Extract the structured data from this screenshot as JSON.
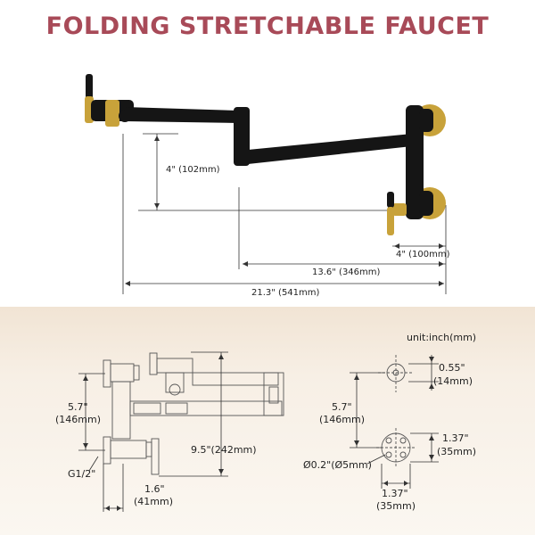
{
  "title": "FOLDING STRETCHABLE FAUCET",
  "colors": {
    "title": "#a84a58",
    "faucet_body": "#151515",
    "brass": "#c8a23a",
    "dimension_line": "#333333",
    "drawing_line": "#555555"
  },
  "top_dimensions": {
    "height_drop": "4\" (102mm)",
    "wall_offset": "4\" (100mm)",
    "second_arm": "13.6\" (346mm)",
    "total_reach": "21.3\" (541mm)"
  },
  "drawing": {
    "unit_label": "unit:inch(mm)",
    "left": {
      "mount_height_in": "5.7\"",
      "mount_height_mm": "(146mm)",
      "thread": "G1/2\"",
      "depth_in": "1.6\"",
      "depth_mm": "(41mm)",
      "overall_length": "9.5\"(242mm)"
    },
    "right": {
      "hole_dia_in": "0.55\"",
      "hole_dia_mm": "(14mm)",
      "mount_height_in": "5.7\"",
      "mount_height_mm": "(146mm)",
      "flange_w_in": "1.37\"",
      "flange_w_mm": "(35mm)",
      "screw_dia": "Ø0.2\"(Ø5mm)",
      "flange_h_in": "1.37\"",
      "flange_h_mm": "(35mm)"
    }
  }
}
